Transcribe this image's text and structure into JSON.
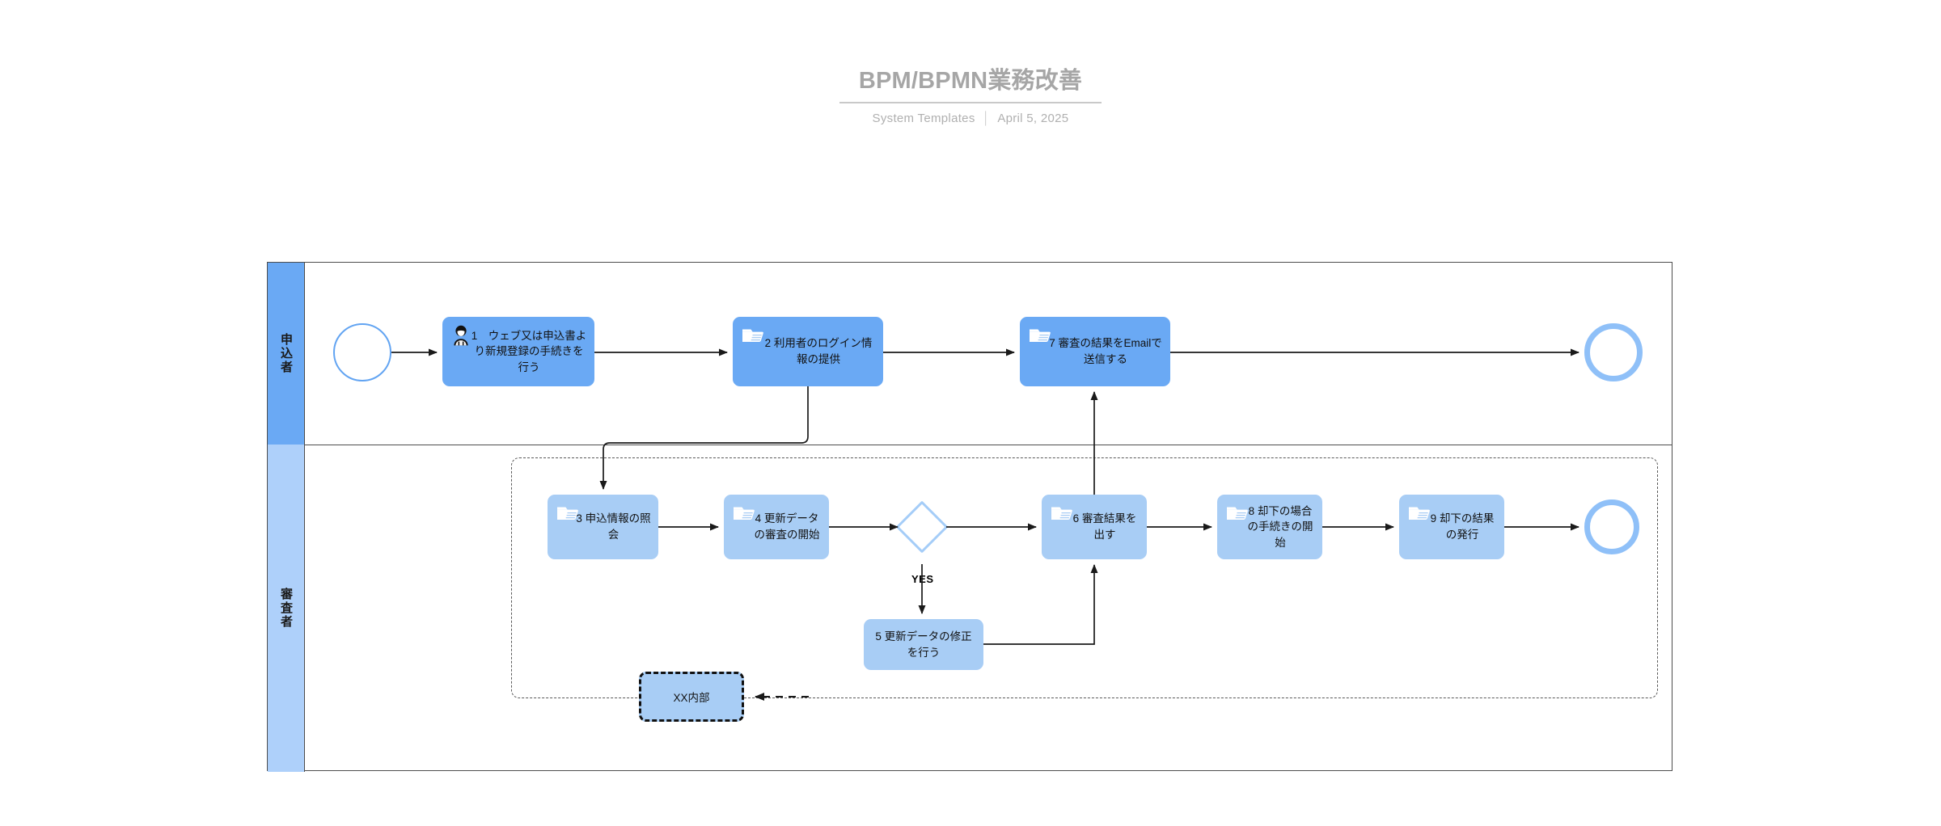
{
  "header": {
    "title": "BPM/BPMN業務改善",
    "source": "System Templates",
    "separator": "│",
    "date": "April 5, 2025"
  },
  "diagram": {
    "type": "bpmn-flowchart",
    "pool": {
      "lanes": [
        {
          "id": "lane-applicant",
          "label": "申込者",
          "color": "#6aa9f4"
        },
        {
          "id": "lane-reviewer",
          "label": "審査者",
          "color": "#aed0fa"
        }
      ]
    },
    "group": {
      "label": "",
      "style": "dashed"
    },
    "events": [
      {
        "id": "start-1",
        "kind": "start-event",
        "lane": "申込者",
        "label": ""
      },
      {
        "id": "end-1",
        "kind": "end-event",
        "lane": "申込者",
        "label": ""
      },
      {
        "id": "end-2",
        "kind": "end-event",
        "lane": "審査者",
        "label": ""
      }
    ],
    "tasks": [
      {
        "id": "task-1",
        "number": "1",
        "label": "1　ウェブ又は申込書より新規登録の手続きを行う",
        "lane": "申込者",
        "icon": "user-icon",
        "fill": "#6aa9f4"
      },
      {
        "id": "task-2",
        "number": "2",
        "label": "2 利用者のログイン情報の提供",
        "lane": "申込者",
        "icon": "service-icon",
        "fill": "#6aa9f4"
      },
      {
        "id": "task-7",
        "number": "7",
        "label": "7 審査の結果をEmailで送信する",
        "lane": "申込者",
        "icon": "service-icon",
        "fill": "#6aa9f4"
      },
      {
        "id": "task-3",
        "number": "3",
        "label": "3 申込情報の照会",
        "lane": "審査者",
        "icon": "service-icon",
        "fill": "#a8cdf5"
      },
      {
        "id": "task-4",
        "number": "4",
        "label": "4 更新データの審査の開始",
        "lane": "審査者",
        "icon": "service-icon",
        "fill": "#a8cdf5"
      },
      {
        "id": "task-5",
        "number": "5",
        "label": "5 更新データの修正を行う",
        "lane": "審査者",
        "icon": "none",
        "fill": "#a8cdf5"
      },
      {
        "id": "task-6",
        "number": "6",
        "label": "6 審査結果を出す",
        "lane": "審査者",
        "icon": "service-icon",
        "fill": "#a8cdf5"
      },
      {
        "id": "task-8",
        "number": "8",
        "label": "8 却下の場合の手続きの開始",
        "lane": "審査者",
        "icon": "service-icon",
        "fill": "#a8cdf5"
      },
      {
        "id": "task-9",
        "number": "9",
        "label": "9 却下の結果の発行",
        "lane": "審査者",
        "icon": "service-icon",
        "fill": "#a8cdf5"
      }
    ],
    "gateways": [
      {
        "id": "gateway-1",
        "kind": "exclusive-gateway",
        "label": "",
        "lane": "審査者"
      }
    ],
    "subprocesses": [
      {
        "id": "subprocess-xx",
        "label": "XX内部",
        "lane": "審査者",
        "style": "dashed",
        "fill": "#a8cdf5"
      }
    ],
    "edge_labels": [
      {
        "id": "edge-yes",
        "label": "YES",
        "from": "gateway-1",
        "to": "task-5"
      }
    ]
  }
}
